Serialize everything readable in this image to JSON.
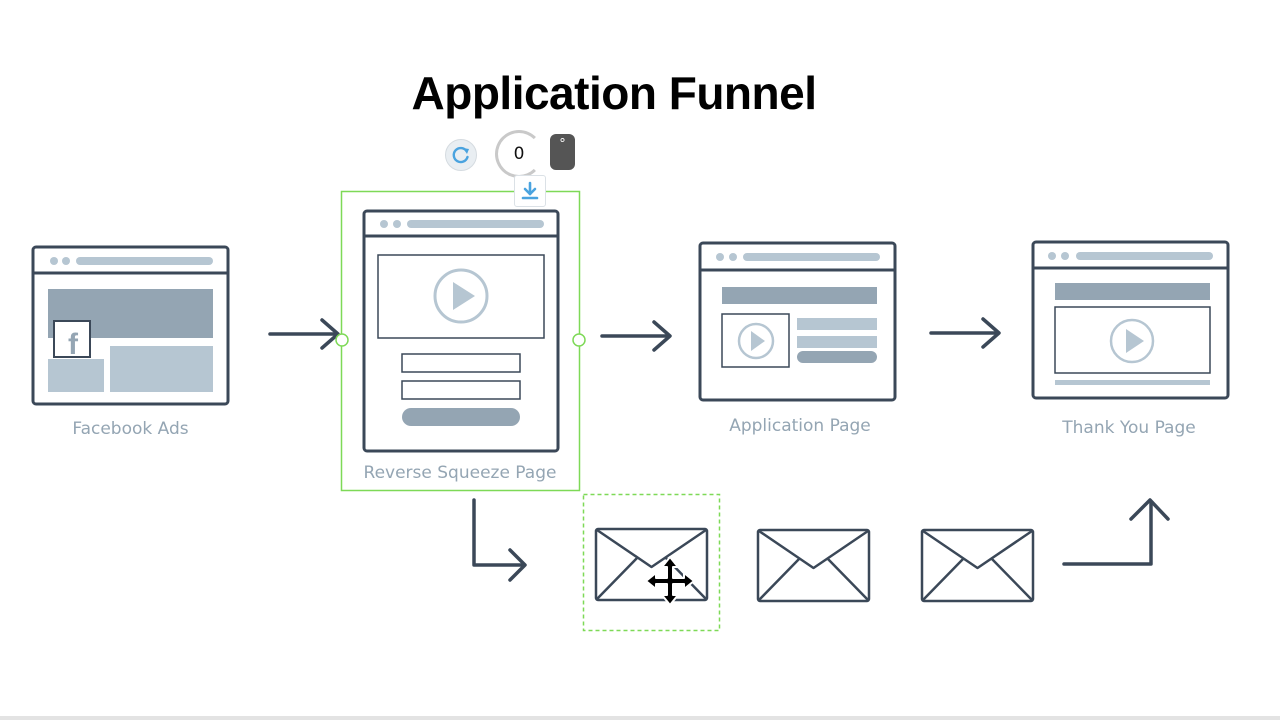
{
  "title": "Application Funnel",
  "nodes": {
    "facebook_ads": "Facebook Ads",
    "reverse_squeeze": "Reverse Squeeze Page",
    "application": "Application Page",
    "thank_you": "Thank You Page"
  },
  "facebook_glyph": "f",
  "toolbar": {
    "rotation_value": "0",
    "degree_symbol": "°",
    "rotate_icon": "rotate-icon",
    "download_icon": "download-icon",
    "move_cursor_icon": "move-cursor-icon"
  },
  "colors": {
    "outline": "#3b4858",
    "fill_dark": "#94a5b3",
    "fill_light": "#b6c6d2",
    "label": "#94a5b3",
    "selection": "#7ed957",
    "accent": "#4aa3df"
  }
}
